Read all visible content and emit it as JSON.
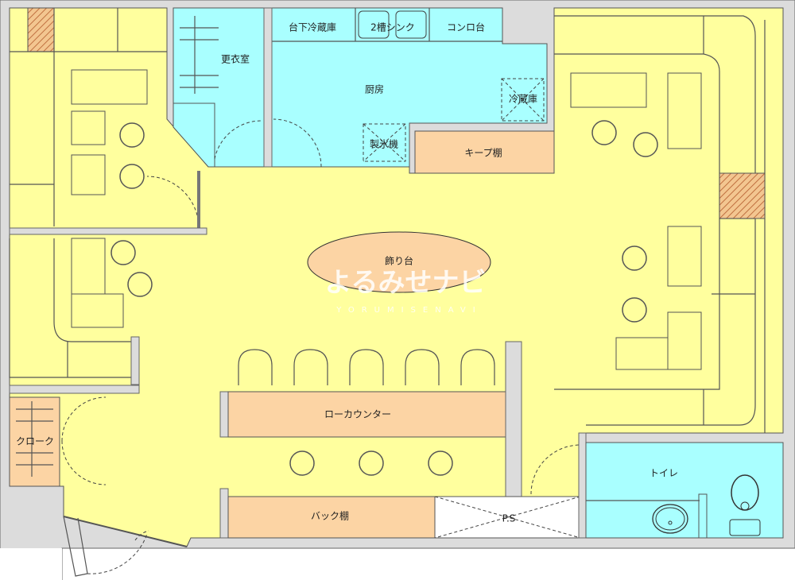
{
  "colors": {
    "wall": "#dcdcdc",
    "floor": "#ffff9e",
    "wet": "#a9ffff",
    "furniture": "#fcd4a4",
    "hatch": "#e0a070"
  },
  "rooms": {
    "changing_room": "更衣室",
    "kitchen": "厨房",
    "under_fridge": "台下冷蔵庫",
    "sink": "2槽シンク",
    "stove": "コンロ台",
    "fridge": "冷蔵庫",
    "ice_machine": "製氷機",
    "keep_shelf": "キープ棚",
    "display_table": "飾り台",
    "low_counter": "ローカウンター",
    "back_shelf": "バック棚",
    "ps": "P.S",
    "toilet": "トイレ",
    "cloak": "クローク"
  },
  "watermark": {
    "main": "よるみせナビ",
    "sub": "YORUMISENAVI"
  }
}
